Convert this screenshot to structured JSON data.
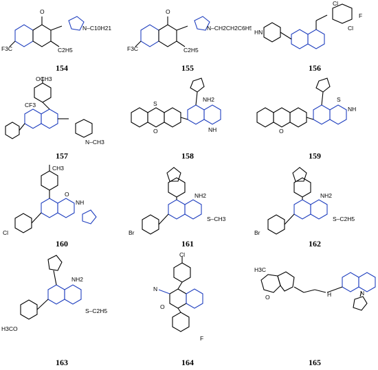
{
  "compounds": [
    {
      "id": "c154",
      "number": "154",
      "labels": {
        "cf3": "F3C",
        "r1": "C2H5",
        "r2": "N–C10H21",
        "o": "O"
      }
    },
    {
      "id": "c155",
      "number": "155",
      "labels": {
        "cf3": "F3C",
        "r1": "C2H5",
        "r2": "N–CH2CH2C6H5",
        "o": "O"
      }
    },
    {
      "id": "c156",
      "number": "156",
      "labels": {
        "cl1": "Cl",
        "cl2": "Cl",
        "f": "F",
        "nh": "HN"
      }
    },
    {
      "id": "c157",
      "number": "157",
      "labels": {
        "ome": "OCH3",
        "cf3": "CF3",
        "nme": "N–CH3"
      }
    },
    {
      "id": "c158",
      "number": "158",
      "labels": {
        "nh2": "NH2",
        "s": "S",
        "o": "O",
        "nh": "NH"
      }
    },
    {
      "id": "c159",
      "number": "159",
      "labels": {
        "s": "S",
        "o": "O",
        "nh": "NH"
      }
    },
    {
      "id": "c160",
      "number": "160",
      "labels": {
        "me": "CH3",
        "cl": "Cl",
        "o": "O",
        "nh": "NH"
      }
    },
    {
      "id": "c161",
      "number": "161",
      "labels": {
        "br": "Br",
        "nh2": "NH2",
        "sme": "S–CH3"
      }
    },
    {
      "id": "c162",
      "number": "162",
      "labels": {
        "br": "Br",
        "nh2": "NH2",
        "set": "S–C2H5"
      }
    },
    {
      "id": "c163",
      "number": "163",
      "labels": {
        "ome": "H3CO",
        "nh2": "NH2",
        "set": "S–C2H5"
      }
    },
    {
      "id": "c164",
      "number": "164",
      "labels": {
        "cl": "Cl",
        "cn": "N",
        "o": "O",
        "cf3": "F"
      }
    },
    {
      "id": "c165",
      "number": "165",
      "labels": {
        "me": "H3C",
        "o": "O",
        "nh": "H",
        "n": "N"
      }
    }
  ]
}
